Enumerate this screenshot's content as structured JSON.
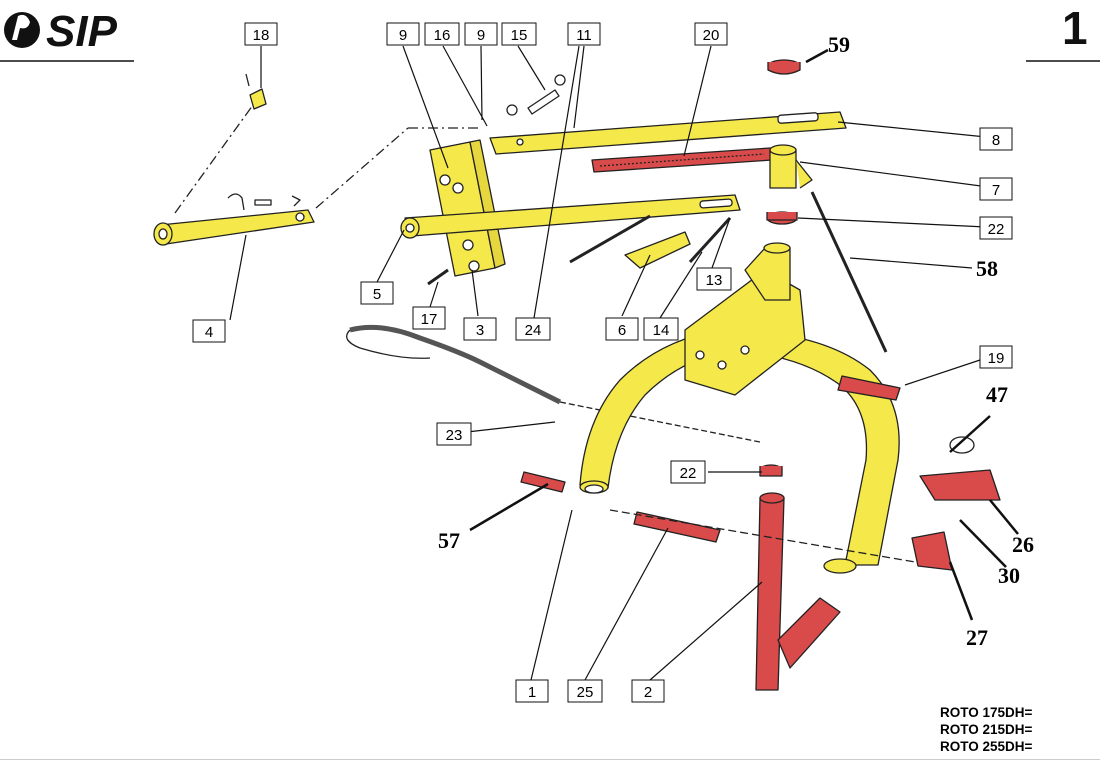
{
  "header": {
    "brand": "SIP",
    "page_number": "1"
  },
  "colors": {
    "frame_yellow": "#f5e84a",
    "part_red": "#d94a4a",
    "outline": "#222222"
  },
  "boxed_labels": {
    "l1": "1",
    "l2": "2",
    "l3": "3",
    "l4": "4",
    "l5": "5",
    "l6": "6",
    "l7": "7",
    "l8": "8",
    "l9a": "9",
    "l9b": "9",
    "l11": "11",
    "l13": "13",
    "l14": "14",
    "l15": "15",
    "l16": "16",
    "l17": "17",
    "l18": "18",
    "l19": "19",
    "l20": "20",
    "l22a": "22",
    "l22b": "22",
    "l23": "23",
    "l24": "24",
    "l25": "25"
  },
  "free_labels": {
    "l26": "26",
    "l27": "27",
    "l30": "30",
    "l47": "47",
    "l57": "57",
    "l58": "58",
    "l59": "59"
  },
  "models": [
    "ROTO 175DH=",
    "ROTO 215DH=",
    "ROTO 255DH="
  ]
}
